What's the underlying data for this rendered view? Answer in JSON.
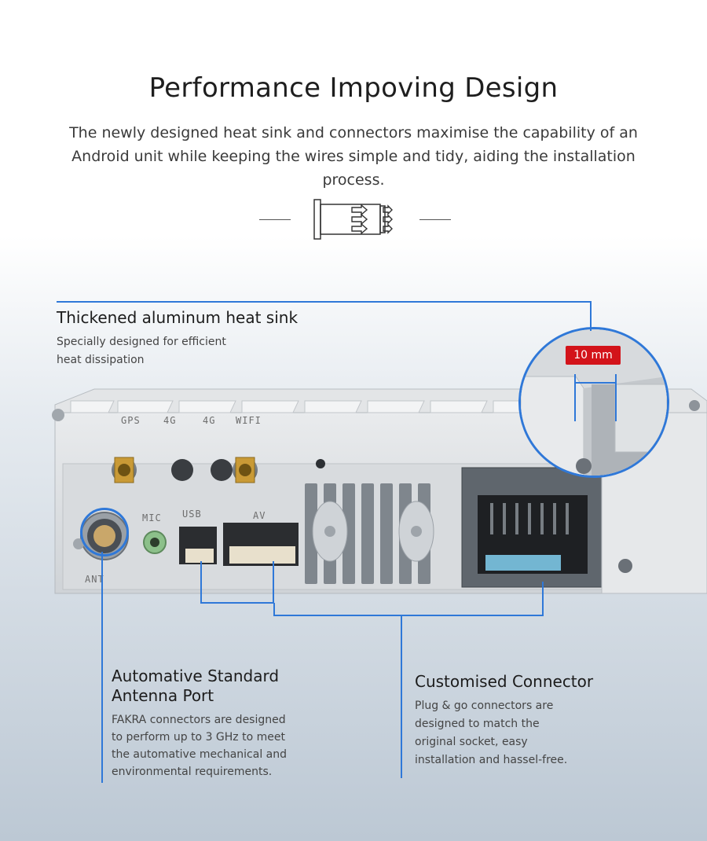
{
  "header": {
    "title": "Performance Impoving Design",
    "subtitle": "The newly designed heat sink and connectors maximise the capability of an Android unit while keeping the wires simple and tidy, aiding the installation process.",
    "icon": "heat-sink-arrows-icon"
  },
  "callouts": {
    "heat_sink": {
      "title": "Thickened aluminum heat sink",
      "desc_line1": "Specially designed for efficient",
      "desc_line2": "heat dissipation"
    },
    "thickness_badge": "10 mm",
    "antenna": {
      "title_line1": "Automative Standard",
      "title_line2": "Antenna Port",
      "desc_line1": "FAKRA connectors are designed",
      "desc_line2": "to perform up to 3 GHz to meet",
      "desc_line3": "the automative mechanical and",
      "desc_line4": "environmental requirements."
    },
    "connector": {
      "title": "Customised Connector",
      "desc_line1": "Plug & go connectors are",
      "desc_line2": "designed to match the",
      "desc_line3": "original socket, easy",
      "desc_line4": "installation and hassel-free."
    }
  },
  "device": {
    "labels": {
      "gps": "GPS",
      "g4a": "4G",
      "g4b": "4G",
      "wifi": "WIFI",
      "mic": "MIC",
      "usb": "USB",
      "av": "AV",
      "ant": "ANT"
    }
  },
  "colors": {
    "accent_blue": "#2f78d8",
    "badge_red": "#d3131a",
    "metal": "#dfe1e3",
    "gold": "#c99a36"
  }
}
